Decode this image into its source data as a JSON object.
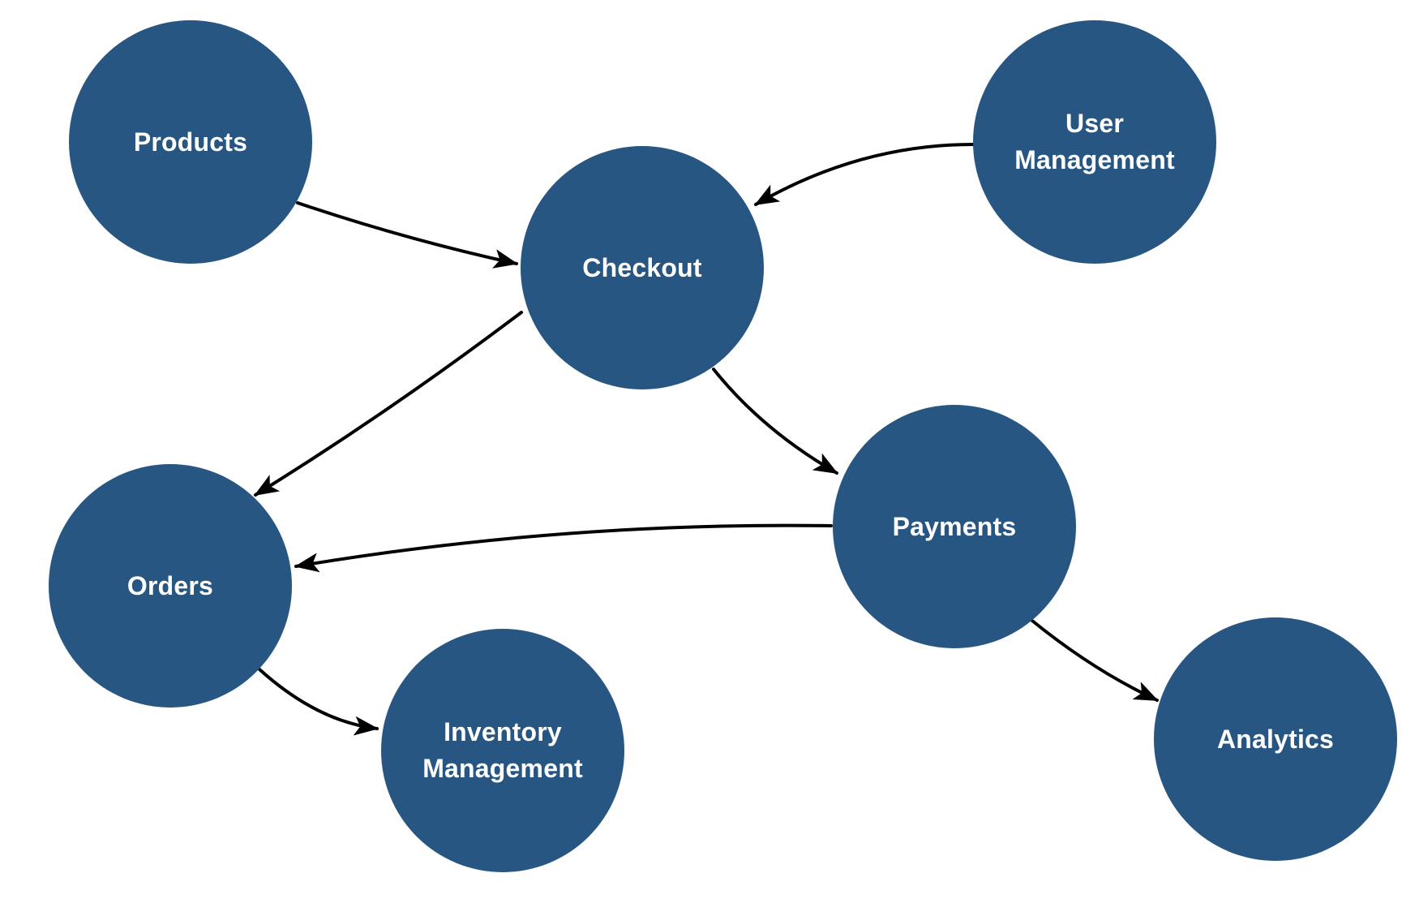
{
  "diagram": {
    "type": "service-graph",
    "nodes": [
      {
        "id": "products",
        "label": "Products"
      },
      {
        "id": "user-management",
        "label": "User Management"
      },
      {
        "id": "checkout",
        "label": "Checkout"
      },
      {
        "id": "orders",
        "label": "Orders"
      },
      {
        "id": "payments",
        "label": "Payments"
      },
      {
        "id": "inventory-management",
        "label": "Inventory Management"
      },
      {
        "id": "analytics",
        "label": "Analytics"
      }
    ],
    "edges": [
      {
        "from": "Products",
        "to": "Checkout"
      },
      {
        "from": "User Management",
        "to": "Checkout"
      },
      {
        "from": "Checkout",
        "to": "Orders"
      },
      {
        "from": "Checkout",
        "to": "Payments"
      },
      {
        "from": "Payments",
        "to": "Orders"
      },
      {
        "from": "Orders",
        "to": "Inventory Management"
      },
      {
        "from": "Payments",
        "to": "Analytics"
      }
    ],
    "colors": {
      "node_fill": "#285682",
      "node_text": "#ffffff",
      "edge": "#000000",
      "background": "#ffffff"
    }
  }
}
